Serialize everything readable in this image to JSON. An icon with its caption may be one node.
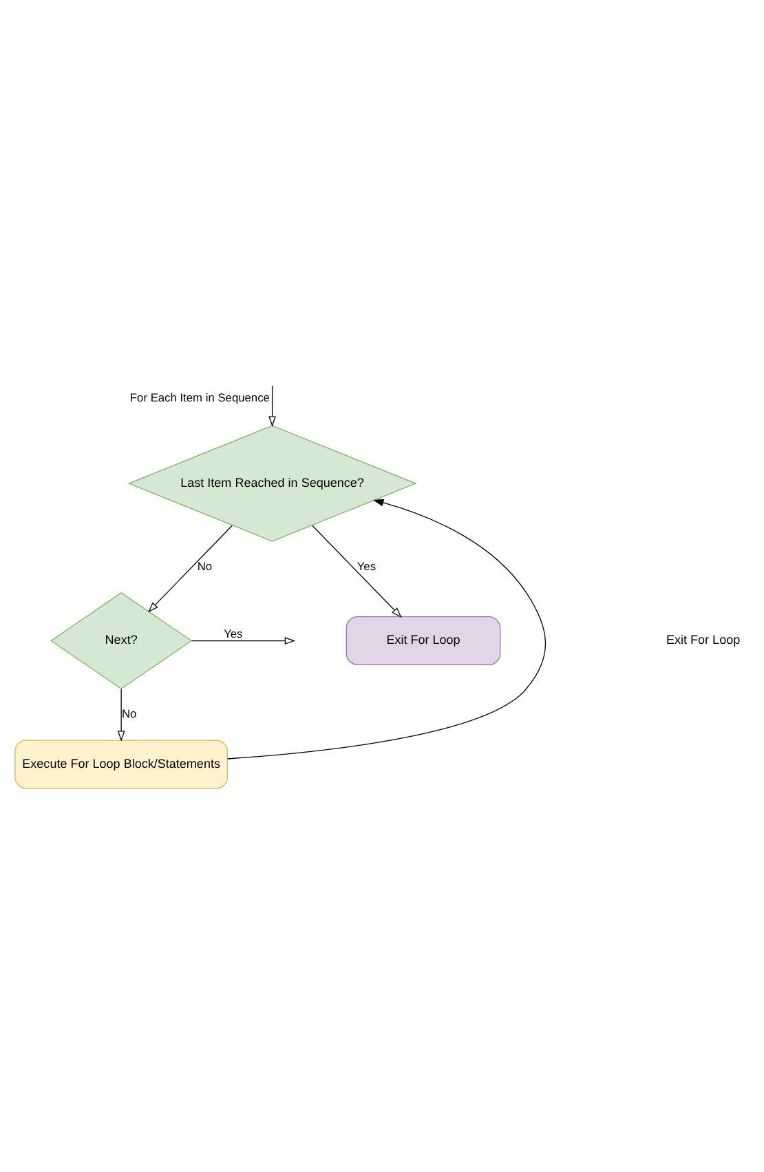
{
  "diagram": {
    "nodes": [
      {
        "text": [
          "Last Item Reached in Sequence?"
        ]
      },
      {
        "text": [
          "Next?"
        ]
      },
      {
        "text": [
          "Execute For Loop Block/Statements"
        ]
      },
      {
        "text": [
          "Exit For Loop"
        ]
      }
    ],
    "edges": [
      {
        "from": null,
        "to": 0,
        "arrow": "to",
        "label": "For Each Item in Sequence"
      },
      {
        "from": 0,
        "to": 3,
        "arrow": "to",
        "label": "Yes"
      },
      {
        "from": 0,
        "to": 1,
        "arrow": "to",
        "label": "No"
      },
      {
        "from": 1,
        "to": null,
        "arrow": "to",
        "label": "Yes"
      },
      {
        "from": 1,
        "to": 2,
        "arrow": "to",
        "label": "No"
      },
      {
        "from": 2,
        "to": 0,
        "arrow": "to"
      }
    ],
    "labels": [
      "Exit For Loop"
    ]
  }
}
